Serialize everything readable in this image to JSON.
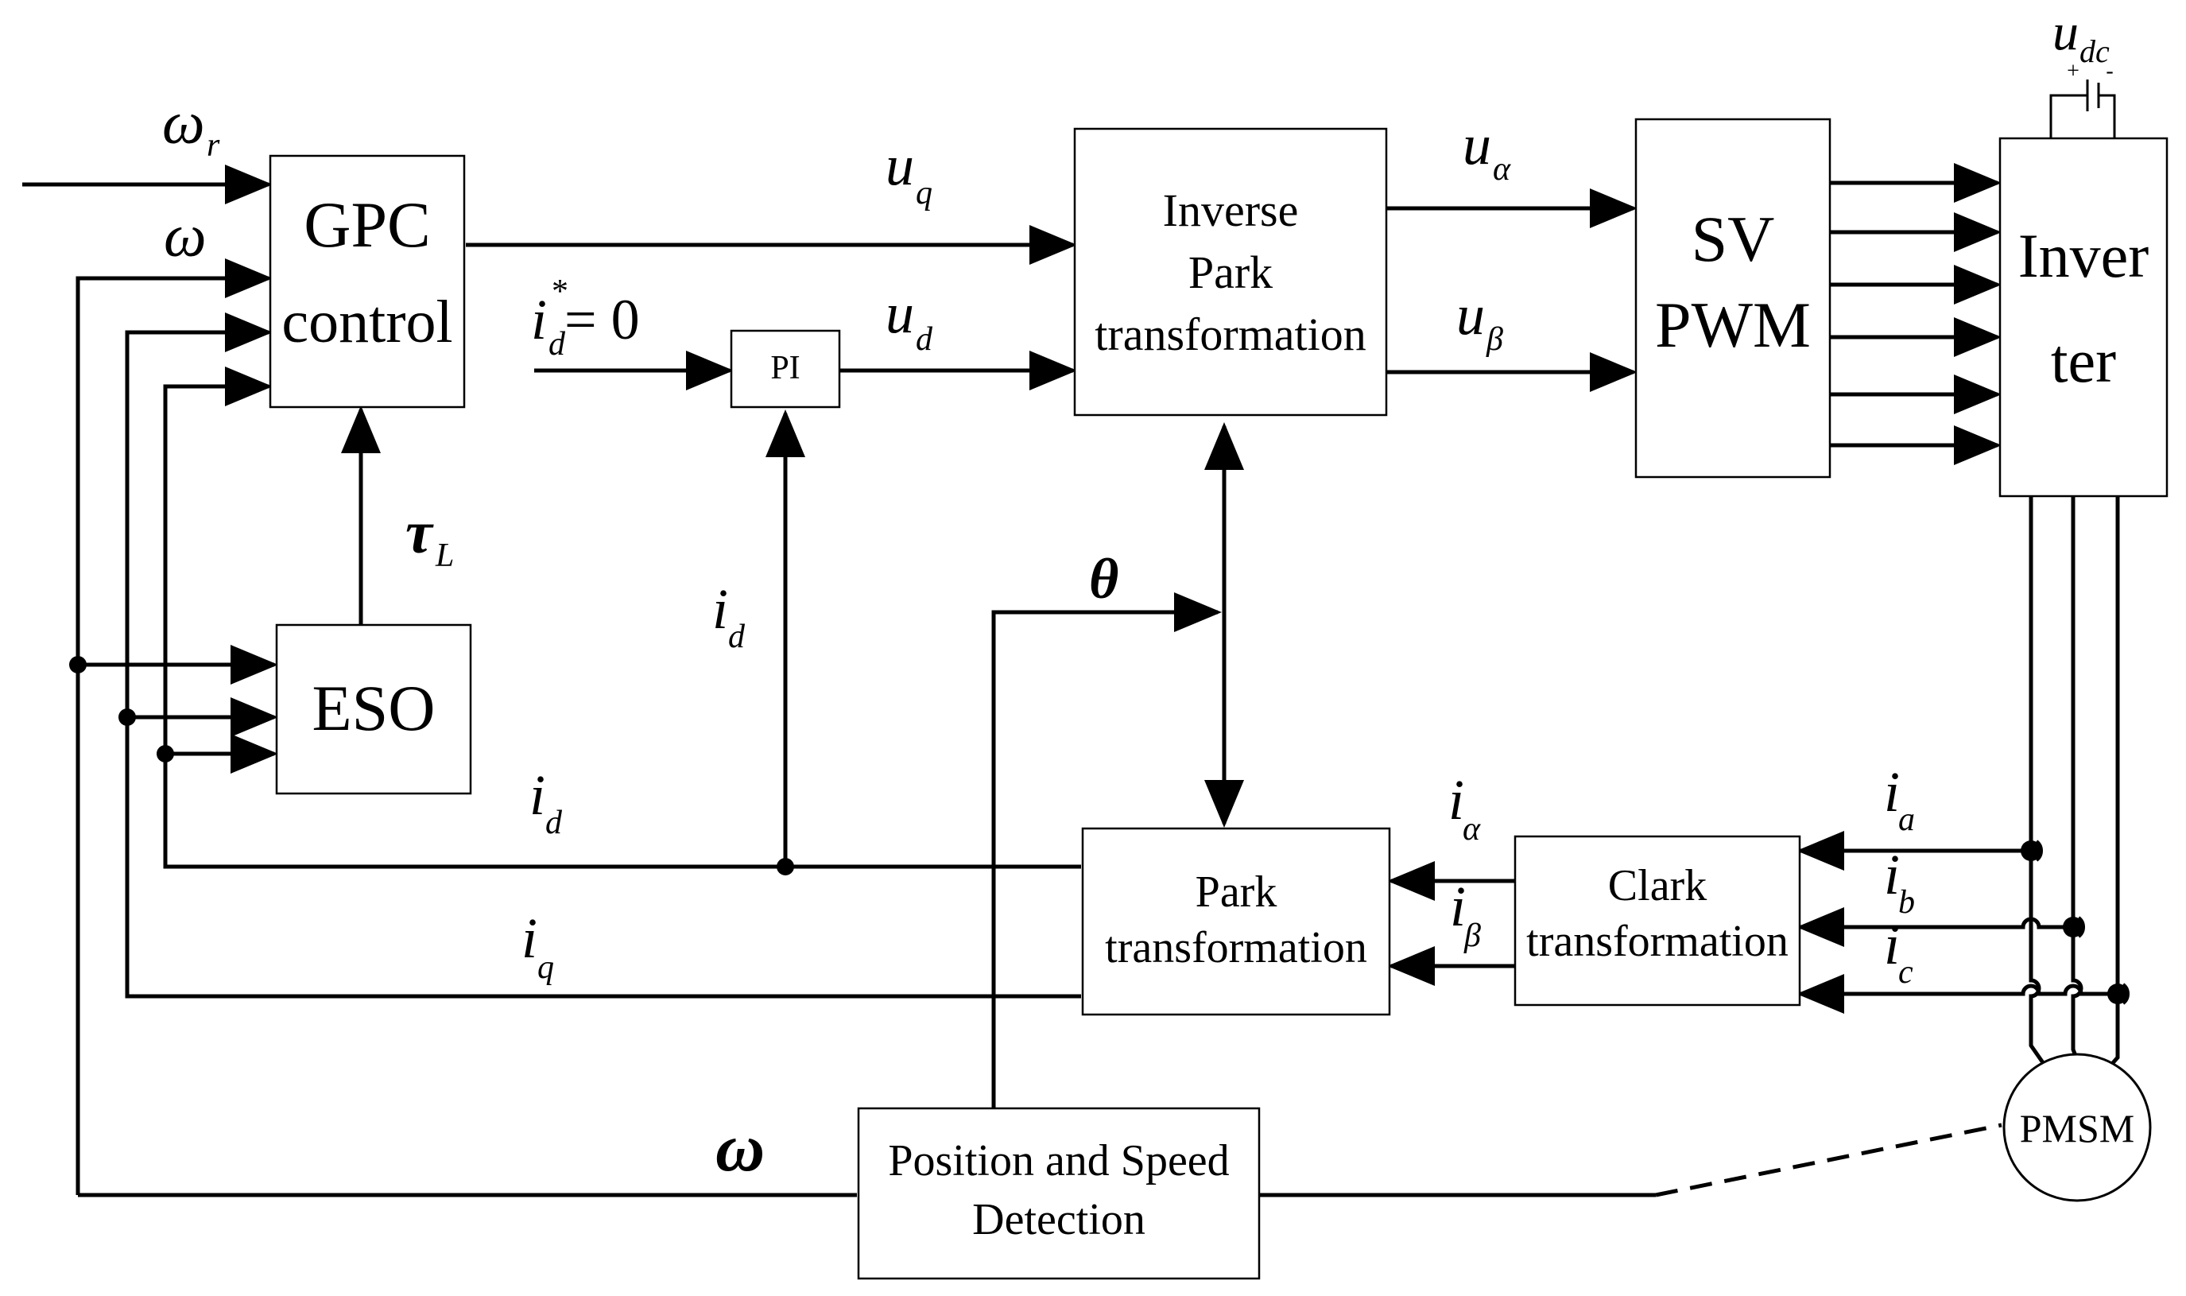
{
  "blocks": {
    "gpc": [
      "GPC",
      "control"
    ],
    "eso": "ESO",
    "pi": "PI",
    "inverse_park": [
      "Inverse",
      "Park",
      "transformation"
    ],
    "svpwm": [
      "SV",
      "PWM"
    ],
    "inverter": [
      "Inver",
      "ter"
    ],
    "park": [
      "Park",
      "transformation"
    ],
    "clark": [
      "Clark",
      "transformation"
    ],
    "position_speed": [
      "Position and Speed",
      "Detection"
    ],
    "motor": "PMSM"
  },
  "signals": {
    "omega_r": {
      "base": "ω",
      "sub": "r"
    },
    "omega_feedback": {
      "base": "ω"
    },
    "omega_bottom": {
      "base": "ω"
    },
    "tau_L": {
      "base": "τ",
      "sub": "L"
    },
    "uq": {
      "base": "u",
      "sub": "q"
    },
    "ud": {
      "base": "u",
      "sub": "d"
    },
    "id_ref": {
      "base": "i",
      "sup": "*",
      "sub": "d",
      "tail": " = 0"
    },
    "id_vertical": {
      "base": "i",
      "sub": "d"
    },
    "id_feedback": {
      "base": "i",
      "sub": "d"
    },
    "iq_feedback": {
      "base": "i",
      "sub": "q"
    },
    "theta": {
      "base": "θ"
    },
    "u_alpha": {
      "base": "u",
      "sub": "α"
    },
    "u_beta": {
      "base": "u",
      "sub": "β"
    },
    "i_alpha": {
      "base": "i",
      "sub": "α"
    },
    "i_beta": {
      "base": "i",
      "sub": "β"
    },
    "ia": {
      "base": "i",
      "sub": "a"
    },
    "ib": {
      "base": "i",
      "sub": "b"
    },
    "ic": {
      "base": "i",
      "sub": "c"
    },
    "udc": {
      "base": "u",
      "sub": "dc"
    },
    "plus": "+",
    "minus": "-"
  }
}
